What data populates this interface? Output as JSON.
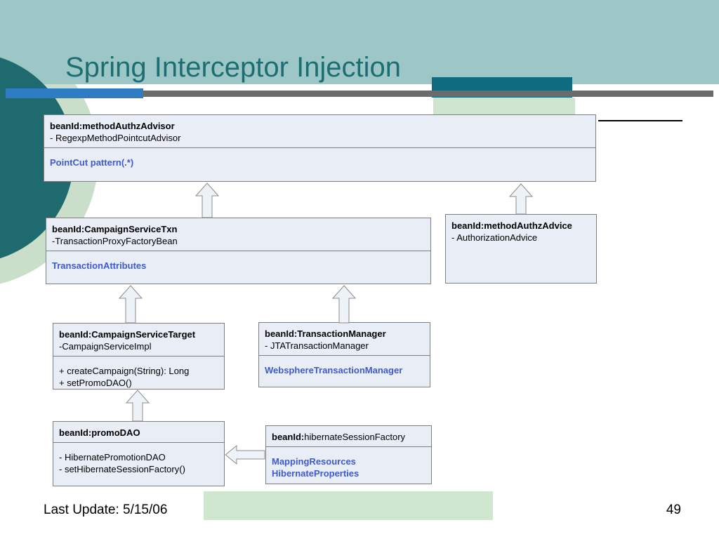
{
  "slide": {
    "title": "Spring Interceptor Injection",
    "footer": "Last Update: 5/15/06",
    "page_number": "49"
  },
  "colors": {
    "band_teal": "#9dc7c7",
    "title_teal": "#1d6e73",
    "accent_blue_bar": "#2e7cc3",
    "accent_gray_bar": "#6b6b6b",
    "accent_dark_teal": "#0f6b7e",
    "accent_light_green": "#cfe4cf",
    "box_fill": "#e9edf6",
    "box_border": "#7f7f7f",
    "attribute_blue": "#3d5bce"
  },
  "boxes": {
    "advisor": {
      "header_bold": "beanId:methodAuthzAdvisor",
      "header_rest": "",
      "line2": "- RegexpMethodPointcutAdvisor",
      "body1": "PointCut pattern(.*)"
    },
    "txn": {
      "header_bold": "beanId:CampaignServiceTxn",
      "header_rest": "",
      "line2": "-TransactionProxyFactoryBean",
      "body1": "TransactionAttributes"
    },
    "advice": {
      "header_bold": "beanId:methodAuthzAdvice",
      "header_rest": "",
      "line2": "- AuthorizationAdvice"
    },
    "target": {
      "header_bold": "beanId:CampaignServiceTarget",
      "header_rest": "",
      "line2": "-CampaignServiceImpl",
      "body1": "+ createCampaign(String): Long",
      "body2": "+ setPromoDAO()"
    },
    "txmgr": {
      "header_bold": "beanId:TransactionManager",
      "header_rest": "",
      "line2": "- JTATransactionManager",
      "body1": "WebsphereTransactionManager"
    },
    "promo": {
      "header_bold": "beanId:promoDAO",
      "header_rest": "",
      "body1": "- HibernatePromotionDAO",
      "body2": "- setHibernateSessionFactory()"
    },
    "hibernate": {
      "header_bold": "beanId:",
      "header_rest": "hibernateSessionFactory",
      "body1": "MappingResources",
      "body2": "HibernateProperties"
    }
  },
  "arrows": [
    {
      "from": "CampaignServiceTxn",
      "to": "methodAuthzAdvisor",
      "direction": "up"
    },
    {
      "from": "methodAuthzAdvice",
      "to": "methodAuthzAdvisor",
      "direction": "up"
    },
    {
      "from": "CampaignServiceTarget",
      "to": "CampaignServiceTxn",
      "direction": "up"
    },
    {
      "from": "TransactionManager",
      "to": "CampaignServiceTxn",
      "direction": "up"
    },
    {
      "from": "promoDAO",
      "to": "CampaignServiceTarget",
      "direction": "up"
    },
    {
      "from": "hibernateSessionFactory",
      "to": "promoDAO",
      "direction": "left"
    }
  ]
}
